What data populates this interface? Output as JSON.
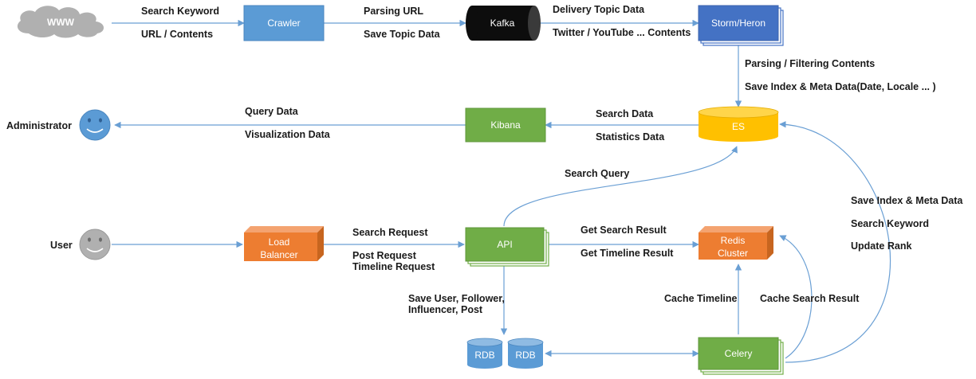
{
  "nodes": {
    "www": "WWW",
    "crawler": "Crawler",
    "kafka": "Kafka",
    "storm": "Storm/Heron",
    "es": "ES",
    "kibana": "Kibana",
    "administrator": "Administrator",
    "user": "User",
    "load_balancer": [
      "Load",
      "Balancer"
    ],
    "api": "API",
    "redis": [
      "Redis",
      "Cluster"
    ],
    "rdb1": "RDB",
    "rdb2": "RDB",
    "celery": "Celery"
  },
  "labels": {
    "search_keyword": "Search Keyword",
    "url_contents": "URL / Contents",
    "parsing_url": "Parsing URL",
    "save_topic_data": "Save Topic Data",
    "delivery_topic_data": "Delivery Topic Data",
    "twitter_youtube": "Twitter / YouTube ... Contents",
    "parsing_filtering": "Parsing / Filtering Contents",
    "save_index_meta_locale": "Save Index & Meta Data(Date, Locale ... )",
    "search_data": "Search Data",
    "statistics_data": "Statistics Data",
    "query_data": "Query Data",
    "visualization_data": "Visualization Data",
    "search_query": "Search Query",
    "search_request": "Search Request",
    "post_request": "Post Request",
    "timeline_request": "Timeline Request",
    "get_search_result": "Get Search Result",
    "get_timeline_result": "Get Timeline Result",
    "save_user_follower": "Save User, Follower,",
    "influencer_post": "Influencer, Post",
    "cache_timeline": "Cache Timeline",
    "cache_search_result": "Cache Search Result",
    "save_index_meta": "Save Index & Meta Data",
    "search_keyword_2": "Search Keyword",
    "update_rank": "Update Rank"
  },
  "colors": {
    "blue": "#5b9bd5",
    "blue_dark": "#4472c4",
    "green": "#70ad47",
    "orange": "#ed7d31",
    "yellow": "#ffc000",
    "gray": "#b0b0b0",
    "line": "#6a9fd4"
  }
}
